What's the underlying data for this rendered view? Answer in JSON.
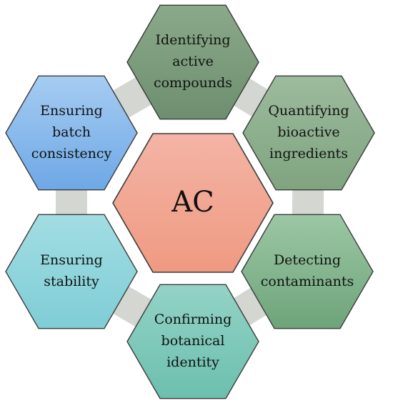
{
  "center": {
    "label": [
      "AC"
    ],
    "fill_top": "#f4b4a5",
    "fill_bottom": "#ef9a82",
    "stroke": "#3a3a3a"
  },
  "connector_color": "#d3d6d1",
  "nodes": [
    {
      "id": "identifying-active-compounds",
      "label": [
        "Identifying",
        "active",
        "compounds"
      ],
      "fill_top": "#8aa98a",
      "fill_bottom": "#6e8f6f"
    },
    {
      "id": "quantifying-bioactive-ingredients",
      "label": [
        "Quantifying",
        "bioactive",
        "ingredients"
      ],
      "fill_top": "#9dbb9e",
      "fill_bottom": "#7fa47f"
    },
    {
      "id": "detecting-contaminants",
      "label": [
        "Detecting",
        "contaminants"
      ],
      "fill_top": "#9cc7a4",
      "fill_bottom": "#6ea47a"
    },
    {
      "id": "confirming-botanical-identity",
      "label": [
        "Confirming",
        "botanical",
        "identity"
      ],
      "fill_top": "#93d3c6",
      "fill_bottom": "#6cbfae"
    },
    {
      "id": "ensuring-stability",
      "label": [
        "Ensuring",
        "stability"
      ],
      "fill_top": "#a2dde3",
      "fill_bottom": "#7fcdd6"
    },
    {
      "id": "ensuring-batch-consistency",
      "label": [
        "Ensuring",
        "batch",
        "consistency"
      ],
      "fill_top": "#a6ccf2",
      "fill_bottom": "#6ea8e6"
    }
  ]
}
